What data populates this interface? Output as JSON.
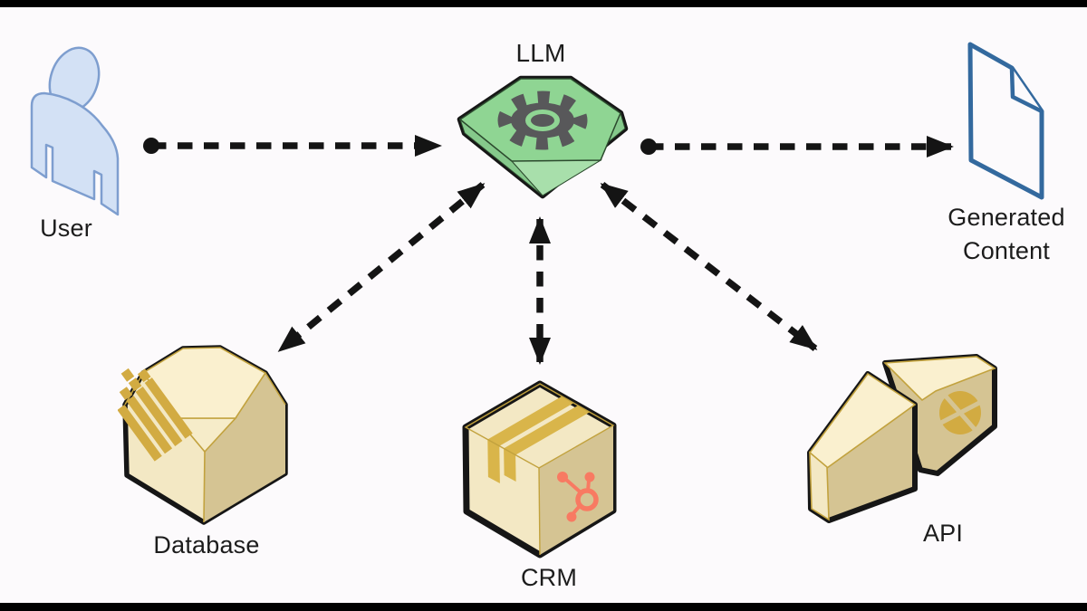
{
  "nodes": {
    "user": {
      "label": "User"
    },
    "llm": {
      "label": "LLM"
    },
    "generated_content": {
      "line1": "Generated",
      "line2": "Content"
    },
    "database": {
      "label": "Database"
    },
    "crm": {
      "label": "CRM"
    },
    "api": {
      "label": "API"
    }
  },
  "edges": [
    {
      "from": "user",
      "to": "llm",
      "style": "dashed",
      "start": "dot",
      "end": "arrow"
    },
    {
      "from": "llm",
      "to": "generated_content",
      "style": "dashed",
      "start": "dot",
      "end": "arrow"
    },
    {
      "from": "llm",
      "to": "database",
      "style": "dashed",
      "bidirectional": true
    },
    {
      "from": "llm",
      "to": "crm",
      "style": "dashed",
      "bidirectional": true
    },
    {
      "from": "llm",
      "to": "api",
      "style": "dashed",
      "bidirectional": true
    }
  ],
  "colors": {
    "background": "#fcfafc",
    "letterbox": "#000000",
    "text": "#1c1c1c",
    "arrow": "#141414",
    "outline": "#161616",
    "llm_top": "#8fd593",
    "llm_side": "#85c98b",
    "llm_facet": "#a8dfab",
    "gear": "#58585a",
    "user_fill": "#d3e1f5",
    "user_stroke": "#7e9ecf",
    "document_stroke": "#33699e",
    "cream": "#faf0cf",
    "cream_light": "#f3e8c4",
    "tan": "#d5c493",
    "gold": "#d2ab42",
    "tape_gold": "#d9b54a",
    "hubspot": "#f87a62"
  }
}
